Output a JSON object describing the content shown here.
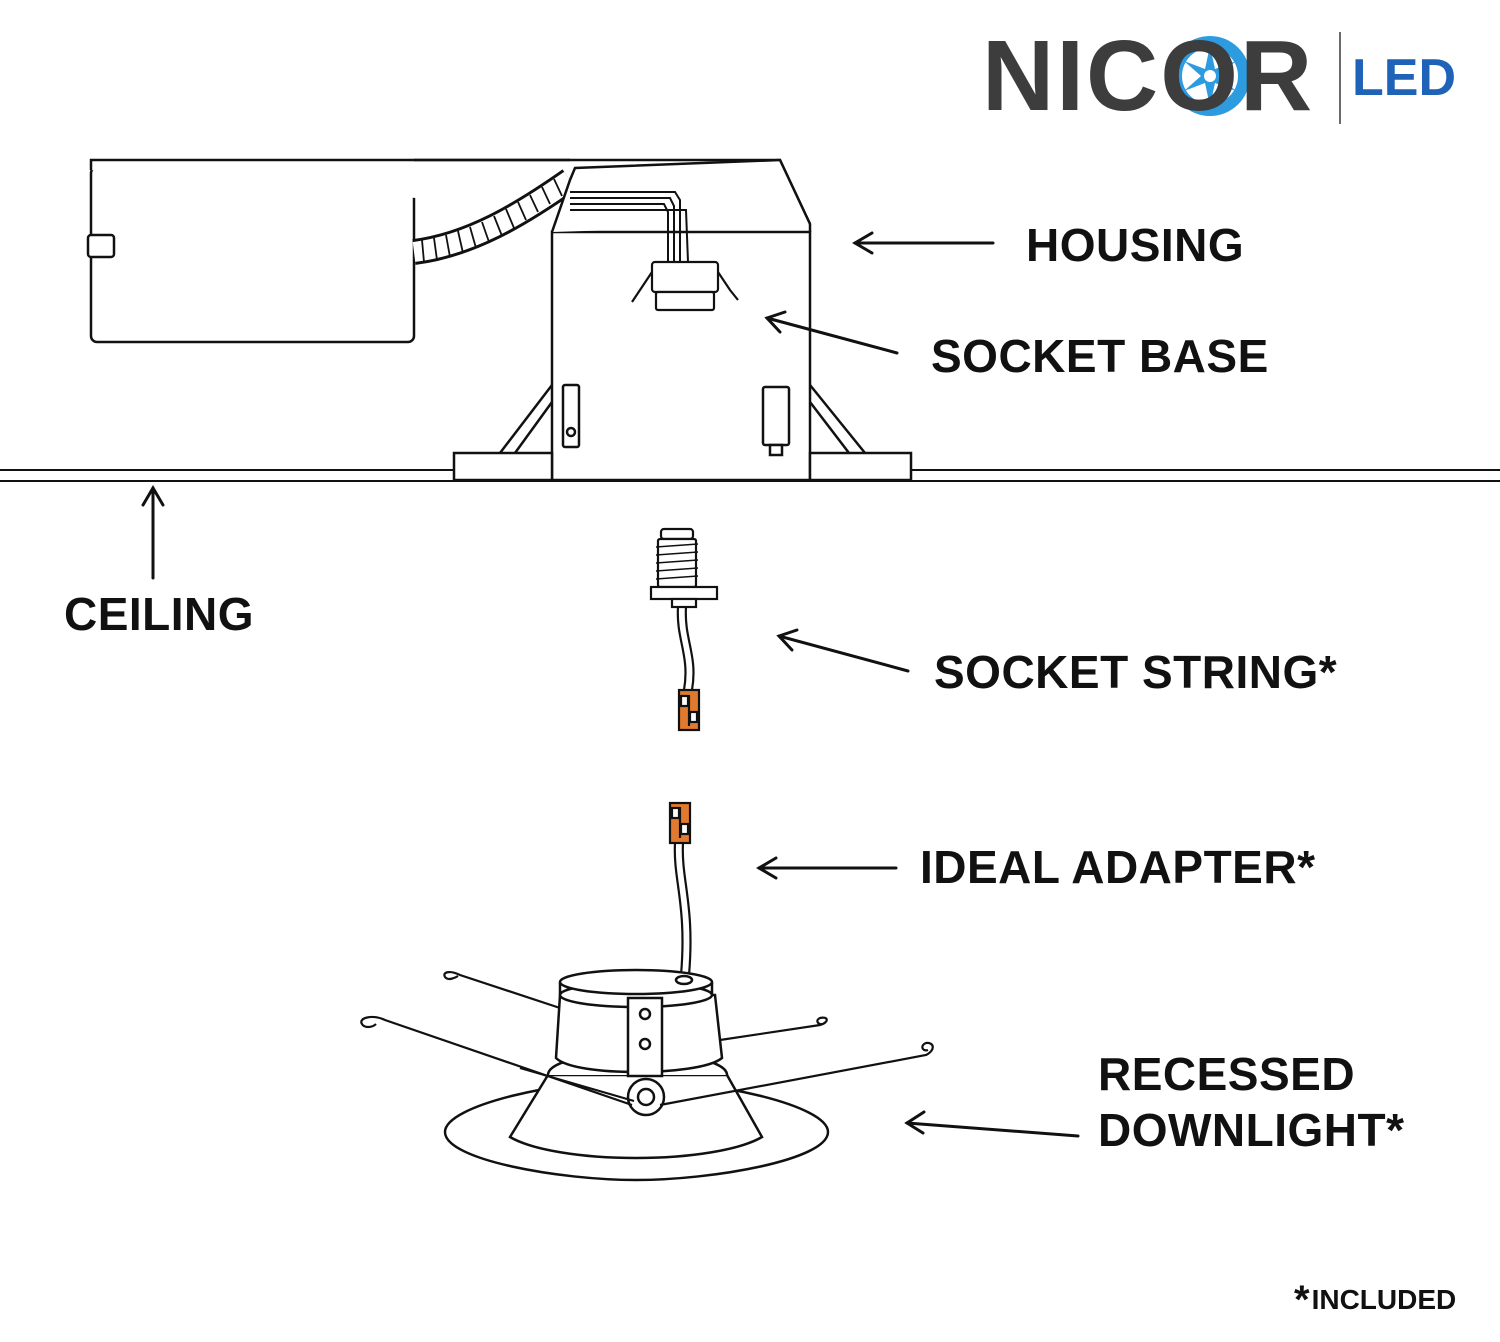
{
  "logo": {
    "brand": "NICOR",
    "suffix": "LED",
    "brand_color": "#3d3d3d",
    "accent_color": "#1e63b8",
    "star_color": "#2d9be0"
  },
  "labels": {
    "housing": "HOUSING",
    "socket_base": "SOCKET BASE",
    "ceiling": "CEILING",
    "socket_string": "SOCKET STRING*",
    "ideal_adapter": "IDEAL ADAPTER*",
    "recessed_line1": "RECESSED",
    "recessed_line2": "DOWNLIGHT*"
  },
  "footnote": {
    "symbol": "*",
    "text": "INCLUDED"
  },
  "colors": {
    "line": "#111111",
    "connector": "#e07a2e"
  }
}
